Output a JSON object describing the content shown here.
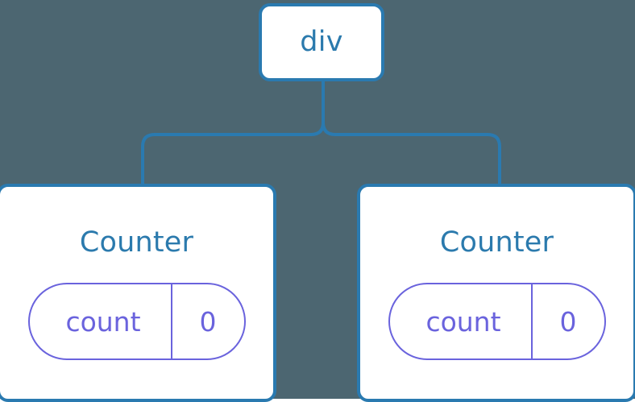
{
  "diagram": {
    "type": "component-tree",
    "background_color": "#4c6671",
    "node_border_color": "#2a7ab0",
    "node_label_color": "#2b7aad",
    "connector_color": "#2a7ab0",
    "pill_color": "#6a63dd",
    "root": {
      "label": "div"
    },
    "children": [
      {
        "title": "Counter",
        "state": {
          "key": "count",
          "value": "0"
        }
      },
      {
        "title": "Counter",
        "state": {
          "key": "count",
          "value": "0"
        }
      }
    ]
  }
}
